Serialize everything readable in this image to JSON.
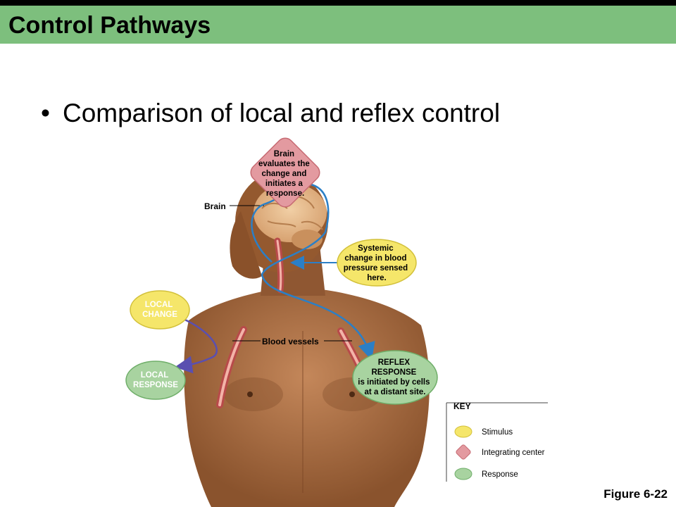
{
  "header": {
    "title": "Control Pathways"
  },
  "bullet": {
    "glyph": "•",
    "text": "Comparison of local and reflex control"
  },
  "diagram": {
    "brain_center": {
      "lines": [
        "Brain",
        "evaluates the",
        "change and",
        "initiates a",
        "response."
      ]
    },
    "brain_label": "Brain",
    "systemic_stimulus": {
      "lines": [
        "Systemic",
        "change in blood",
        "pressure sensed",
        "here."
      ]
    },
    "local_change": {
      "lines": [
        "LOCAL",
        "CHANGE"
      ]
    },
    "local_response": {
      "lines": [
        "LOCAL",
        "RESPONSE"
      ]
    },
    "vessels_label": "Blood vessels",
    "reflex_response": {
      "lines": [
        "REFLEX",
        "RESPONSE",
        "is initiated by cells",
        "at a distant site."
      ]
    },
    "key": {
      "title": "KEY",
      "items": [
        {
          "shape": "oval",
          "label": "Stimulus",
          "color": "#f5e66a"
        },
        {
          "shape": "diamond",
          "label": "Integrating center",
          "color": "#e39aa0"
        },
        {
          "shape": "oval",
          "label": "Response",
          "color": "#a8d3a0"
        }
      ]
    }
  },
  "figure_label": "Figure 6-22",
  "colors": {
    "title_bar": "#7dbf7d",
    "stimulus": "#f5e66a",
    "integrating": "#e39aa0",
    "response": "#a8d3a0",
    "arrow_blue": "#2b7fc6",
    "arrow_purple": "#5a4fb0",
    "skin": "#a66a3f"
  }
}
